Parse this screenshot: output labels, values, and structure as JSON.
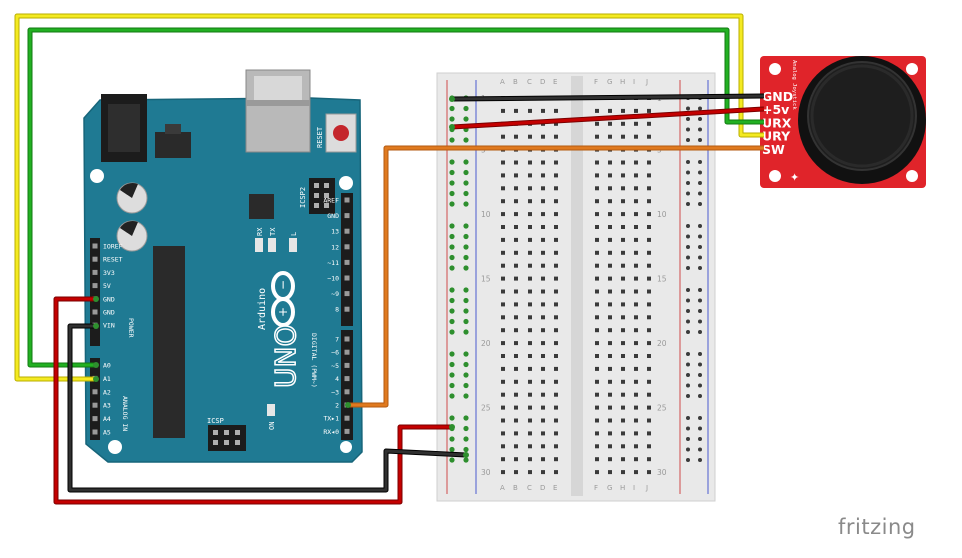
{
  "brand": "fritzing",
  "arduino": {
    "model_logo": "UNO",
    "name": "Arduino",
    "reset_label": "RESET",
    "icsp2_label": "ICSP2",
    "icsp_label": "ICSP",
    "tx_label": "TX",
    "rx_label": "RX",
    "l_label": "L",
    "on_label": "ON",
    "power_label": "POWER",
    "analog_label": "ANALOG IN",
    "digital_label": "DIGITAL (PWM~)",
    "power_pins": [
      "IOREF",
      "RESET",
      "3V3",
      "5V",
      "GND",
      "GND",
      "VIN"
    ],
    "analog_pins": [
      "A0",
      "A1",
      "A2",
      "A3",
      "A4",
      "A5"
    ],
    "digital_pins_top": [
      "AREF",
      "GND",
      "13",
      "12",
      "~11",
      "~10",
      "~9",
      "8"
    ],
    "digital_pins_bottom": [
      "7",
      "~6",
      "~5",
      "4",
      "~3",
      "2",
      "TX▸1",
      "RX◂0"
    ]
  },
  "breadboard": {
    "columns_left": [
      "A",
      "B",
      "C",
      "D",
      "E"
    ],
    "columns_right": [
      "F",
      "G",
      "H",
      "I",
      "J"
    ],
    "row_numbers": [
      "1",
      "5",
      "10",
      "15",
      "20",
      "25",
      "30"
    ]
  },
  "joystick": {
    "pins": [
      "GND",
      "+5v",
      "URX",
      "URY",
      "SW"
    ],
    "side_text": "Analog Joystick"
  },
  "colors": {
    "board": "#1f7a93",
    "breadboard": "#e8e8e8",
    "joystick_board": "#e0242a",
    "wire_red": "#c40000",
    "wire_black": "#202020",
    "wire_yellow": "#f4ea21",
    "wire_green": "#22b022",
    "wire_orange": "#e07a1f"
  }
}
